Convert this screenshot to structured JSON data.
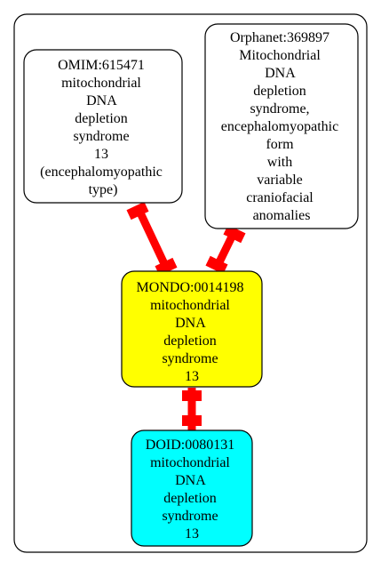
{
  "diagram": {
    "colors": {
      "edge": "#ff0000",
      "mondo_fill": "#ffff00",
      "doid_fill": "#00ffff",
      "xref_fill": "#ffffff",
      "stroke": "#000000"
    },
    "nodes": {
      "omim": {
        "lines": [
          "OMIM:615471",
          "mitochondrial",
          "DNA",
          "depletion",
          "syndrome",
          "13",
          "(encephalomyopathic",
          "type)"
        ]
      },
      "orphanet": {
        "lines": [
          "Orphanet:369897",
          "Mitochondrial",
          "DNA",
          "depletion",
          "syndrome,",
          "encephalomyopathic",
          "form",
          "with",
          "variable",
          "craniofacial",
          "anomalies"
        ]
      },
      "mondo": {
        "lines": [
          "MONDO:0014198",
          "mitochondrial",
          "DNA",
          "depletion",
          "syndrome",
          "13"
        ]
      },
      "doid": {
        "lines": [
          "DOID:0080131",
          "mitochondrial",
          "DNA",
          "depletion",
          "syndrome",
          "13"
        ]
      }
    },
    "edges": [
      {
        "from": "omim",
        "to": "mondo"
      },
      {
        "from": "orphanet",
        "to": "mondo"
      },
      {
        "from": "mondo",
        "to": "doid"
      }
    ]
  }
}
